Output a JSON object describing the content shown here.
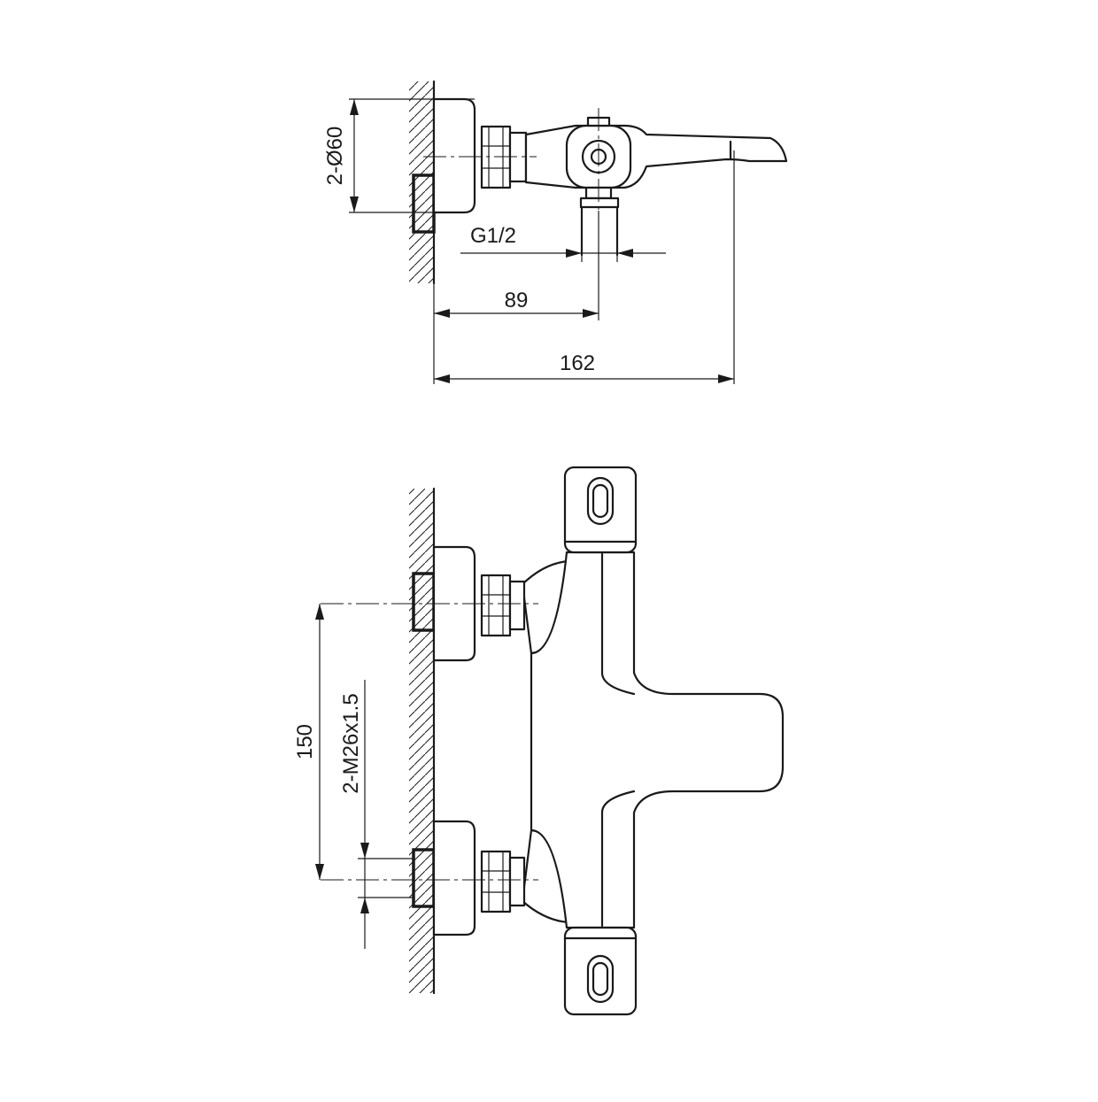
{
  "drawing": {
    "side_view": {
      "dim_diameter": "2-Ø60",
      "dim_outlet_thread": "G1/2",
      "dim_outlet_offset": "89",
      "dim_total_depth": "162"
    },
    "front_view": {
      "dim_centers": "150",
      "dim_inlet_thread": "2-M26x1.5"
    }
  }
}
